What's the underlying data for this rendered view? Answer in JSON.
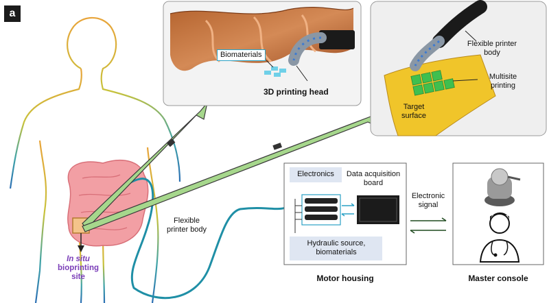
{
  "panel_label": "a",
  "callout_left": {
    "biomaterials": "Biomaterials",
    "printing_head": "3D printing head"
  },
  "callout_right": {
    "printer_body": "Flexible printer body",
    "multisite": "Multisite printing",
    "target": "Target surface"
  },
  "body_diagram": {
    "site_line1": "In situ",
    "site_line2": "bioprinting",
    "site_line3": "site",
    "printer_body": "Flexible printer body"
  },
  "motor_housing": {
    "electronics": "Electronics",
    "daq": "Data acquisition board",
    "hydraulic": "Hydraulic source, biomaterials",
    "caption": "Motor housing"
  },
  "signal": "Electronic signal",
  "master_console": {
    "caption": "Master console"
  },
  "colors": {
    "intestine": "#f29fa4",
    "tube": "#1f8fa6",
    "arrow": "#a6d78c",
    "site_text": "#7a3db8",
    "callout_bg": "#efefef",
    "target_surface": "#f0c52a",
    "print_patch": "#3fbf4f"
  }
}
